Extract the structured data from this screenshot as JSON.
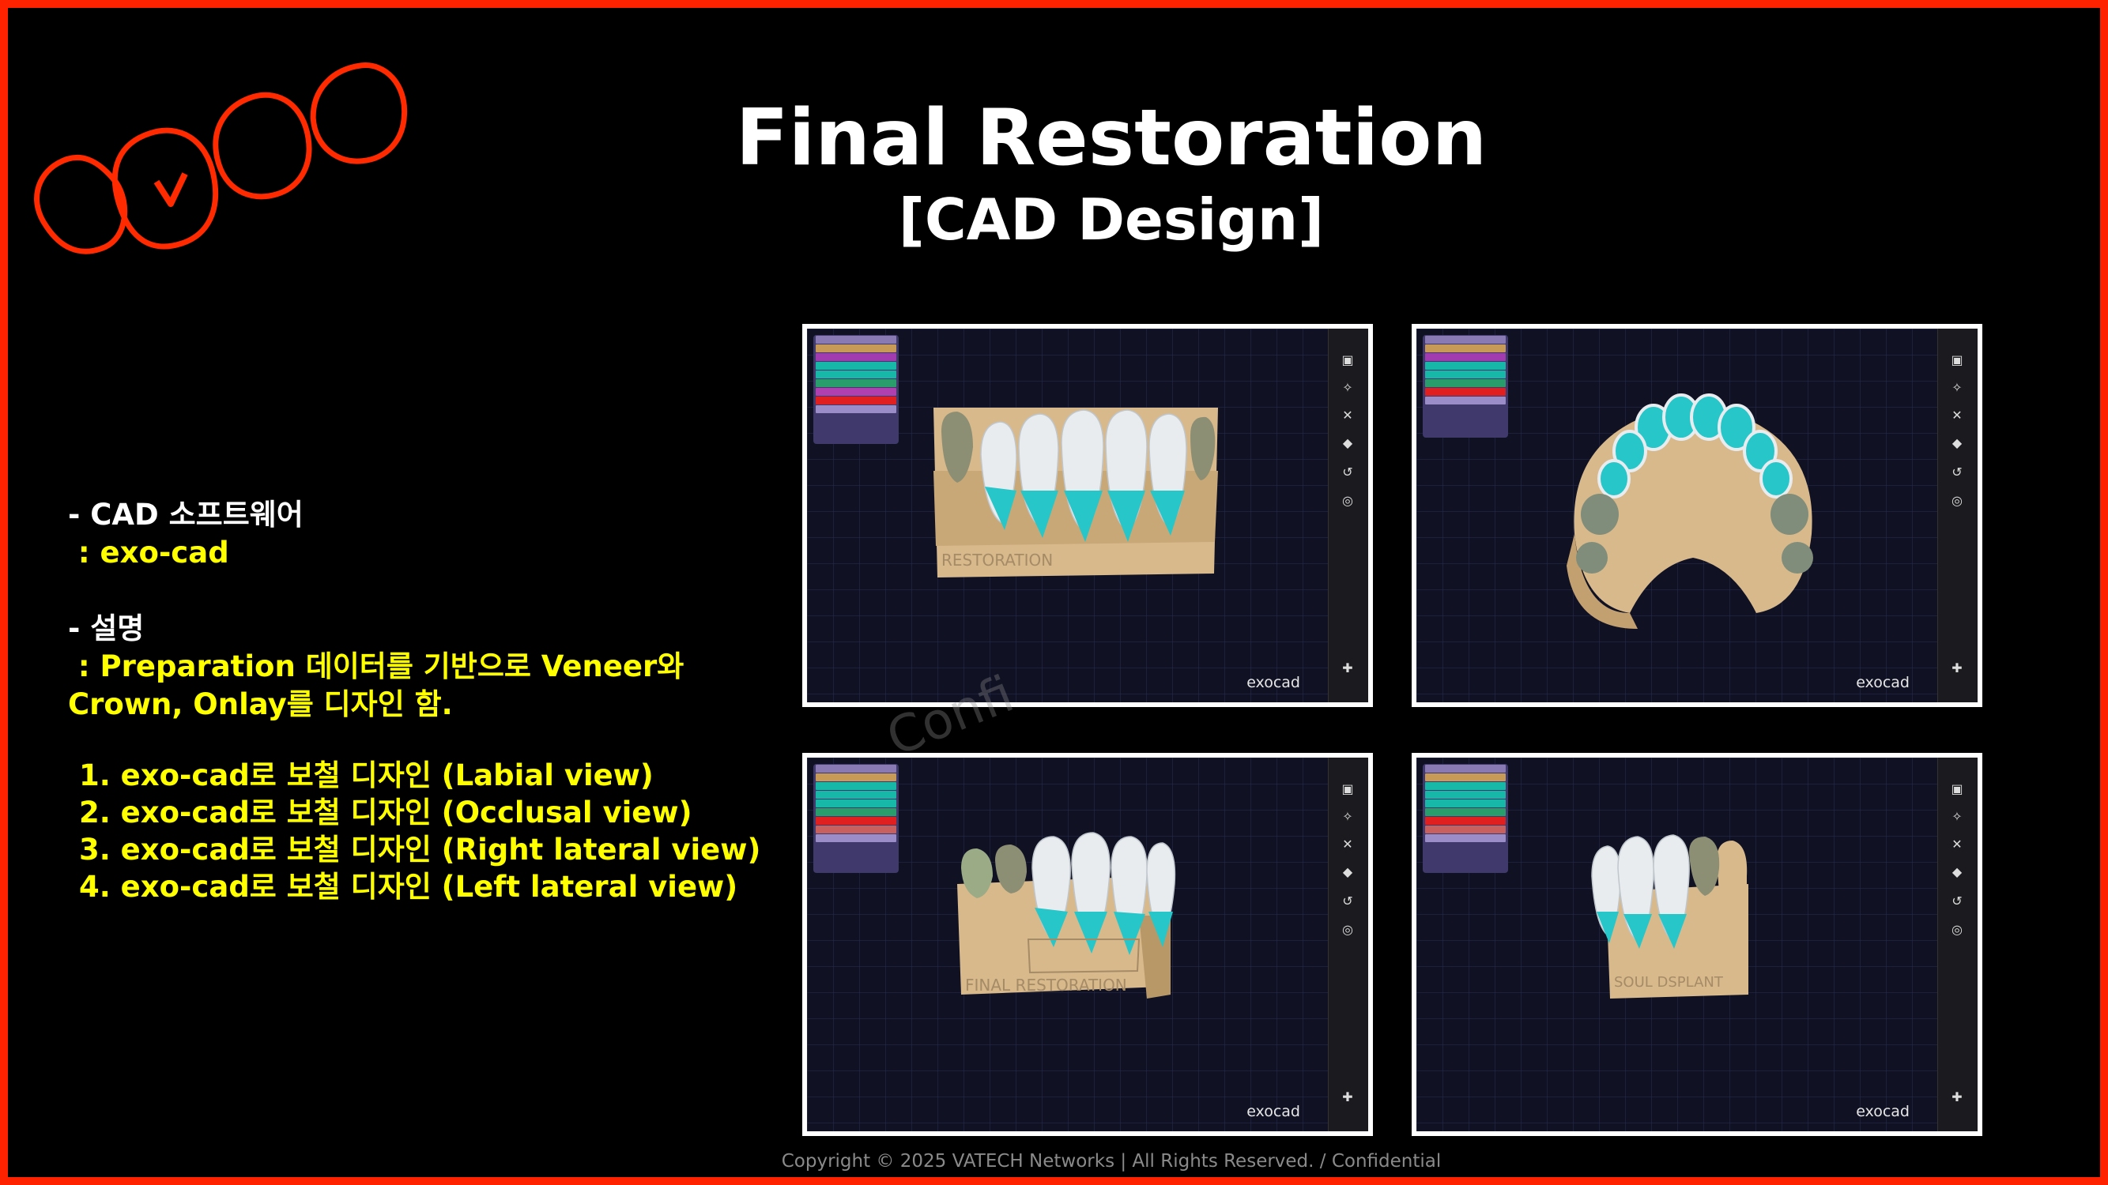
{
  "title": {
    "main": "Final Restoration",
    "sub": "[CAD Design]"
  },
  "info": {
    "software_label": "- CAD 소프트웨어",
    "software_value": " : exo-cad",
    "desc_label": "- 설명",
    "desc_value_line1": " : Preparation 데이터를 기반으로 Veneer와",
    "desc_value_line2": "Crown, Onlay를 디자인 함."
  },
  "steps": [
    "1. exo-cad로 보철 디자인 (Labial view)",
    "2. exo-cad로 보철 디자인 (Occlusal view)",
    "3. exo-cad로 보철 디자인 (Right lateral view)",
    "4. exo-cad로 보철 디자인 (Left lateral view)"
  ],
  "screenshots": [
    {
      "brand": "exocad",
      "base_text": "RESTORATION",
      "view": "labial"
    },
    {
      "brand": "exocad",
      "base_text": "",
      "view": "occlusal"
    },
    {
      "brand": "exocad",
      "base_text": "FINAL RESTORATION",
      "view": "right-lateral"
    },
    {
      "brand": "exocad",
      "base_text": "SOUL DSPLANT",
      "view": "left-lateral"
    }
  ],
  "watermark": "Confi",
  "footer": "Copyright © 2025 VATECH Networks | All Rights Reserved. / Confidential",
  "colors": {
    "frame": "#ff2200",
    "accent_yellow": "#ffff00",
    "viewport_bg": "#101224",
    "tooth_cyan": "#26c6c9",
    "model_tan": "#d8b98c"
  }
}
